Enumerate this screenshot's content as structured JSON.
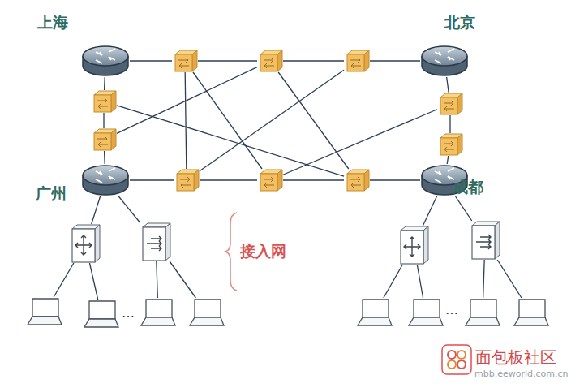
{
  "diagram": {
    "nodes": [
      {
        "text": [
          "上海"
        ]
      },
      {
        "text": []
      },
      {
        "text": []
      },
      {
        "text": []
      },
      {
        "text": [
          "北京"
        ]
      },
      {
        "text": []
      },
      {
        "text": []
      },
      {
        "text": []
      },
      {
        "text": []
      },
      {
        "text": [
          "广州"
        ]
      },
      {
        "text": []
      },
      {
        "text": []
      },
      {
        "text": []
      },
      {
        "text": [
          "成都"
        ]
      },
      {
        "text": []
      },
      {
        "text": []
      },
      {
        "text": []
      },
      {
        "text": []
      },
      {
        "text": []
      },
      {
        "text": []
      },
      {
        "text": []
      },
      {
        "text": []
      },
      {
        "text": []
      },
      {
        "text": []
      },
      {
        "text": []
      },
      {
        "text": []
      }
    ],
    "edges": [
      {
        "from": 0,
        "to": 1,
        "arrow": "none"
      },
      {
        "from": 1,
        "to": 2,
        "arrow": "none"
      },
      {
        "from": 2,
        "to": 3,
        "arrow": "none"
      },
      {
        "from": 3,
        "to": 4,
        "arrow": "none"
      },
      {
        "from": 0,
        "to": 5,
        "arrow": "none"
      },
      {
        "from": 5,
        "to": 7,
        "arrow": "none"
      },
      {
        "from": 7,
        "to": 9,
        "arrow": "none"
      },
      {
        "from": 4,
        "to": 6,
        "arrow": "none"
      },
      {
        "from": 6,
        "to": 8,
        "arrow": "none"
      },
      {
        "from": 8,
        "to": 13,
        "arrow": "none"
      },
      {
        "from": 9,
        "to": 10,
        "arrow": "none"
      },
      {
        "from": 10,
        "to": 11,
        "arrow": "none"
      },
      {
        "from": 11,
        "to": 12,
        "arrow": "none"
      },
      {
        "from": 12,
        "to": 13,
        "arrow": "none"
      },
      {
        "from": 1,
        "to": 10,
        "arrow": "none"
      },
      {
        "from": 1,
        "to": 11,
        "arrow": "none"
      },
      {
        "from": 2,
        "to": 7,
        "arrow": "none"
      },
      {
        "from": 2,
        "to": 12,
        "arrow": "none"
      },
      {
        "from": 3,
        "to": 10,
        "arrow": "none"
      },
      {
        "from": 6,
        "to": 11,
        "arrow": "none"
      },
      {
        "from": 5,
        "to": 12,
        "arrow": "none"
      },
      {
        "from": 9,
        "to": 14,
        "arrow": "none"
      },
      {
        "from": 9,
        "to": 15,
        "arrow": "none"
      },
      {
        "from": 14,
        "to": 18,
        "arrow": "none"
      },
      {
        "from": 14,
        "to": 19,
        "arrow": "none"
      },
      {
        "from": 15,
        "to": 20,
        "arrow": "none"
      },
      {
        "from": 15,
        "to": 21,
        "arrow": "none"
      },
      {
        "from": 13,
        "to": 16,
        "arrow": "none"
      },
      {
        "from": 13,
        "to": 17,
        "arrow": "none"
      },
      {
        "from": 16,
        "to": 22,
        "arrow": "none"
      },
      {
        "from": 16,
        "to": 23,
        "arrow": "none"
      },
      {
        "from": 17,
        "to": 24,
        "arrow": "none"
      },
      {
        "from": 17,
        "to": 25,
        "arrow": "none"
      }
    ],
    "labels": [
      "接入网",
      "…",
      "…",
      "面包板社区",
      "mbb.eeworld.com.cn"
    ]
  }
}
